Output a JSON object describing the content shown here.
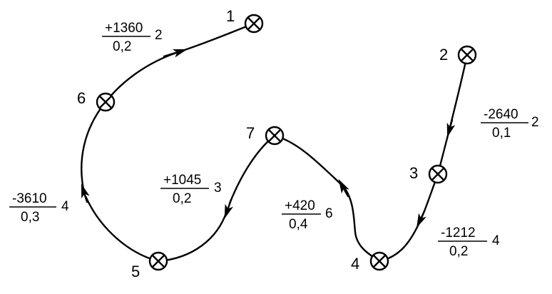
{
  "nodes": [
    {
      "id": "1",
      "label": "1"
    },
    {
      "id": "2",
      "label": "2"
    },
    {
      "id": "3",
      "label": "3"
    },
    {
      "id": "4",
      "label": "4"
    },
    {
      "id": "5",
      "label": "5"
    },
    {
      "id": "6",
      "label": "6"
    },
    {
      "id": "7",
      "label": "7"
    }
  ],
  "edges": [
    {
      "from": "6",
      "to": "1",
      "numerator": "+1360",
      "denominator": "0,2",
      "weight": "2"
    },
    {
      "from": "2",
      "to": "3",
      "numerator": "-2640",
      "denominator": "0,1",
      "weight": "2"
    },
    {
      "from": "3",
      "to": "4",
      "numerator": "-1212",
      "denominator": "0,2",
      "weight": "4"
    },
    {
      "from": "4",
      "to": "7",
      "numerator": "+420",
      "denominator": "0,4",
      "weight": "6"
    },
    {
      "from": "7",
      "to": "5",
      "numerator": "+1045",
      "denominator": "0,2",
      "weight": "3"
    },
    {
      "from": "5",
      "to": "6",
      "numerator": "-3610",
      "denominator": "0,3",
      "weight": "4"
    }
  ]
}
